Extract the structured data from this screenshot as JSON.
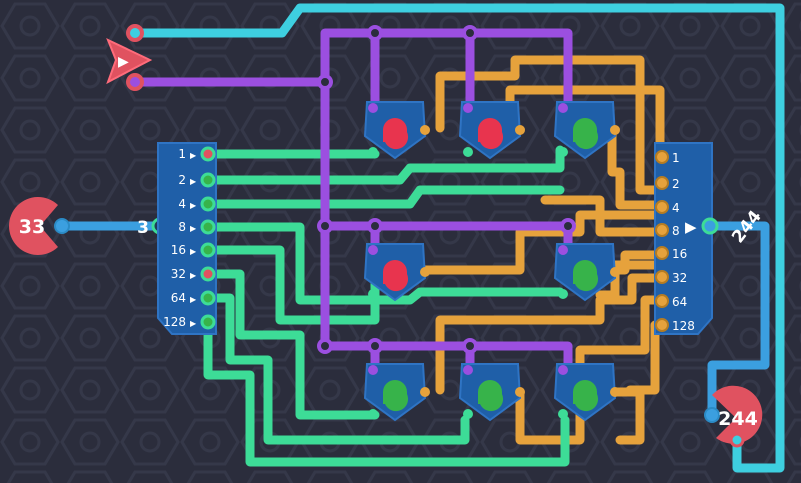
{
  "input_node": {
    "value": "33"
  },
  "input_bus_label": "3",
  "byte_splitter": {
    "labels": [
      "1",
      "2",
      "4",
      "8",
      "16",
      "32",
      "64",
      "128"
    ]
  },
  "byte_maker": {
    "labels": [
      "1",
      "2",
      "4",
      "8",
      "16",
      "32",
      "64",
      "128"
    ]
  },
  "output_bus_label": "244",
  "output_node": {
    "value": "244"
  },
  "gates": [
    {
      "state": "red"
    },
    {
      "state": "red"
    },
    {
      "state": "green"
    },
    {
      "state": "red"
    },
    {
      "state": "green"
    },
    {
      "state": "green"
    },
    {
      "state": "green"
    },
    {
      "state": "green"
    }
  ],
  "colors": {
    "background": "#2b2d3c",
    "wire_purple": "#9b4fe0",
    "wire_orange": "#e6a23c",
    "wire_green": "#3ddc97",
    "wire_cyan": "#3ecfe0",
    "wire_blue": "#3b9fe0",
    "component_blue": "#1f5fa8",
    "node_red": "#e05260",
    "state_on": "#e8344e",
    "state_off": "#37b34a"
  }
}
